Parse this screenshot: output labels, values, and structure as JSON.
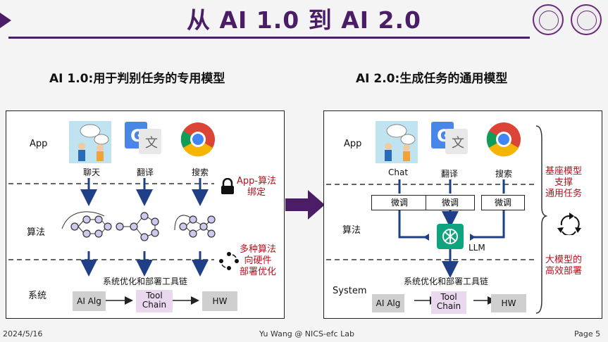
{
  "slide": {
    "title": "从 AI 1.0 到 AI 2.0"
  },
  "left": {
    "heading": "AI 1.0:用于判别任务的专用模型",
    "row_app": "App",
    "row_alg": "算法",
    "row_sys": "系统",
    "app_labels": [
      "聊天",
      "翻译",
      "搜索"
    ],
    "note_bind": "App-算法\n绑定",
    "note_multi": "多种算法\n向硬件\n部署优化",
    "toolchain_title": "系统优化和部署工具链",
    "box_alg": "AI Alg",
    "box_tool": "Tool\nChain",
    "box_hw": "HW"
  },
  "right": {
    "heading": "AI 2.0:生成任务的通用模型",
    "row_app": "App",
    "row_alg": "算法",
    "row_sys": "System",
    "app_labels": [
      "Chat",
      "翻译",
      "搜索"
    ],
    "tune_label": "微调",
    "llm_label": "LLM",
    "toolchain_title": "系统优化和部署工具链",
    "box_alg": "AI Alg",
    "box_tool": "Tool\nChain",
    "box_hw": "HW",
    "note_top": "基座模型\n支撑\n通用任务",
    "note_bottom": "大模型的\n高效部署"
  },
  "footer": {
    "date": "2024/5/16",
    "author": "Yu Wang @ NICS-efc Lab",
    "page": "Page 5"
  },
  "colors": {
    "brand": "#4b1d66",
    "accent_red": "#b3121e",
    "arrow_blue": "#1f3f86"
  }
}
